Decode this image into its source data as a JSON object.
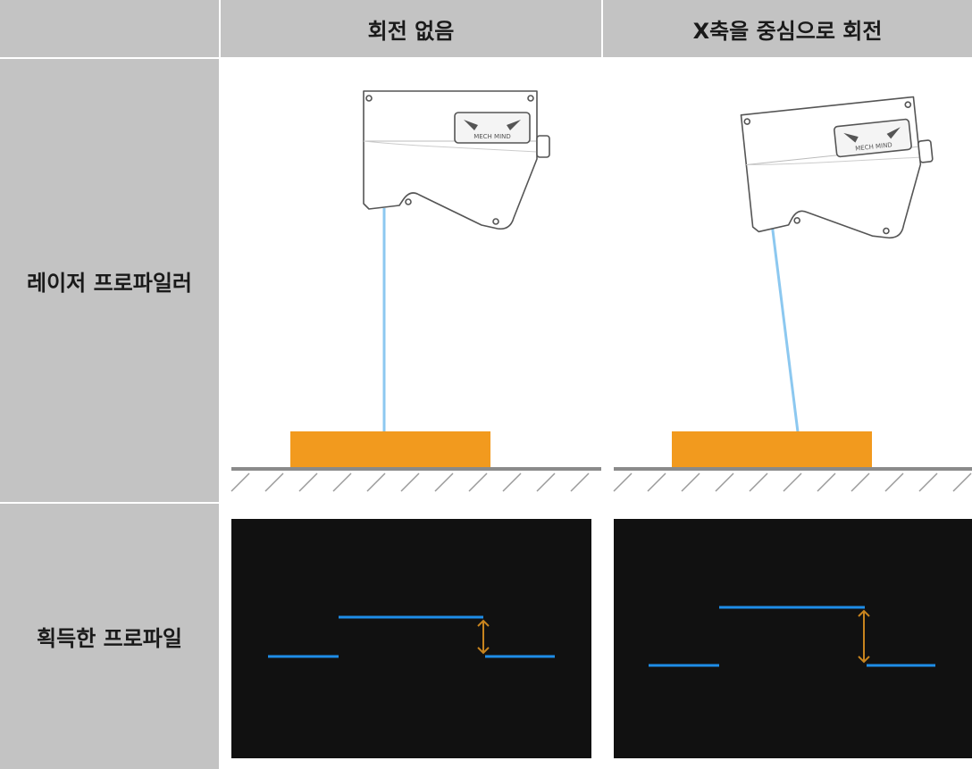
{
  "table": {
    "header": {
      "corner": "",
      "col1": "회전 없음",
      "col2": "X축을 중심으로 회전"
    },
    "rows": [
      {
        "label": "레이저 프로파일러"
      },
      {
        "label": "획득한 프로파일"
      }
    ]
  },
  "device": {
    "logo_text": "MECH MIND"
  },
  "colors": {
    "header_bg": "#c3c3c3",
    "laser": "#8cc8f0",
    "object": "#f29a1e",
    "ground": "#8a8a8a",
    "profile_bg": "#111111",
    "profile_line": "#1e8de8",
    "height_arrow": "#c8841e"
  }
}
